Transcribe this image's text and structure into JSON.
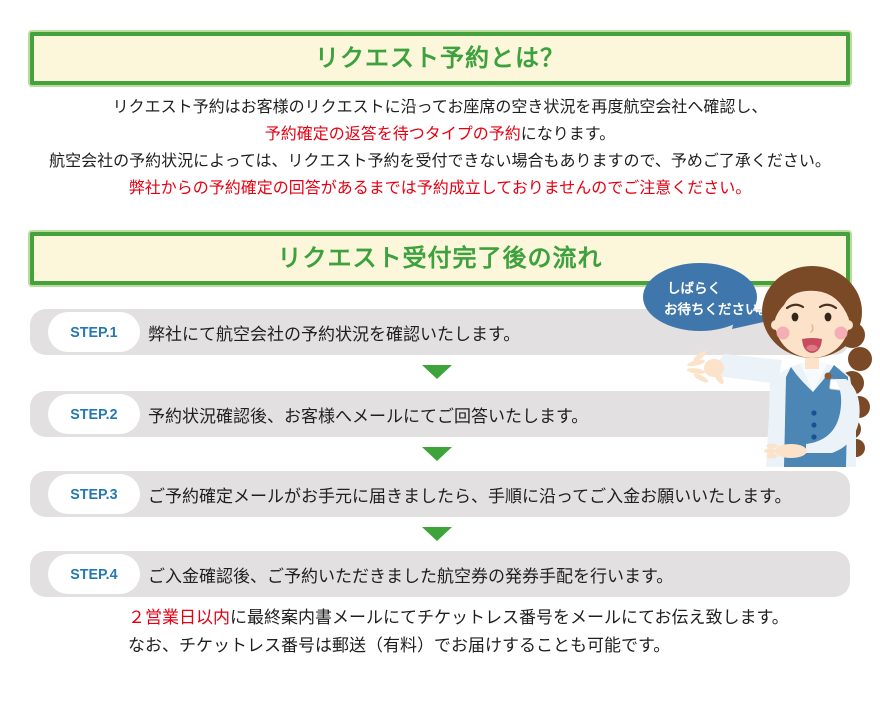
{
  "intro": {
    "title": "リクエスト予約とは？",
    "line1": "リクエスト予約はお客様のリクエストに沿ってお座席の空き状況を再度航空会社へ確認し、",
    "line2_red": "予約確定の返答を待つタイプの予約",
    "line2_rest": "になります。",
    "line3": "航空会社の予約状況によっては、リクエスト予約を受付できない場合もありますので、予めご了承ください。",
    "line4": "弊社からの予約確定の回答があるまでは予約成立しておりませんのでご注意ください。"
  },
  "flow": {
    "title": "リクエスト受付完了後の流れ",
    "bubble_line1": "しばらく",
    "bubble_line2": "お待ちください。",
    "steps": [
      {
        "label": "STEP.1",
        "text": "弊社にて航空会社の予約状況を確認いたします。"
      },
      {
        "label": "STEP.2",
        "text": "予約状況確認後、お客様へメールにてご回答いたします。"
      },
      {
        "label": "STEP.3",
        "text": "ご予約確定メールがお手元に届きましたら、手順に沿ってご入金お願いいたします。"
      },
      {
        "label": "STEP.4",
        "text": "ご入金確認後、ご予約いただきました航空券の発券手配を行います。"
      }
    ],
    "note_line1_red": "２営業日以内",
    "note_line1_rest": "に最終案内書メールにてチケットレス番号をメールにてお伝え致します。",
    "note_line2": "なお、チケットレス番号は郵送（有料）でお届けすることも可能です。"
  },
  "character": {
    "alt": "female-travel-agent-illustration"
  },
  "colors": {
    "heading_green": "#3DA23D",
    "frame_green": "#44A13C",
    "frame_fill_cream": "#FCF7DA",
    "bar_gray": "#E3E0E2",
    "step_label_blue": "#2678B2",
    "arrow_green": "#3EA33B",
    "alert_red": "#E60012",
    "bubble_blue": "#3F77AD",
    "vest_blue": "#4C86B5"
  }
}
